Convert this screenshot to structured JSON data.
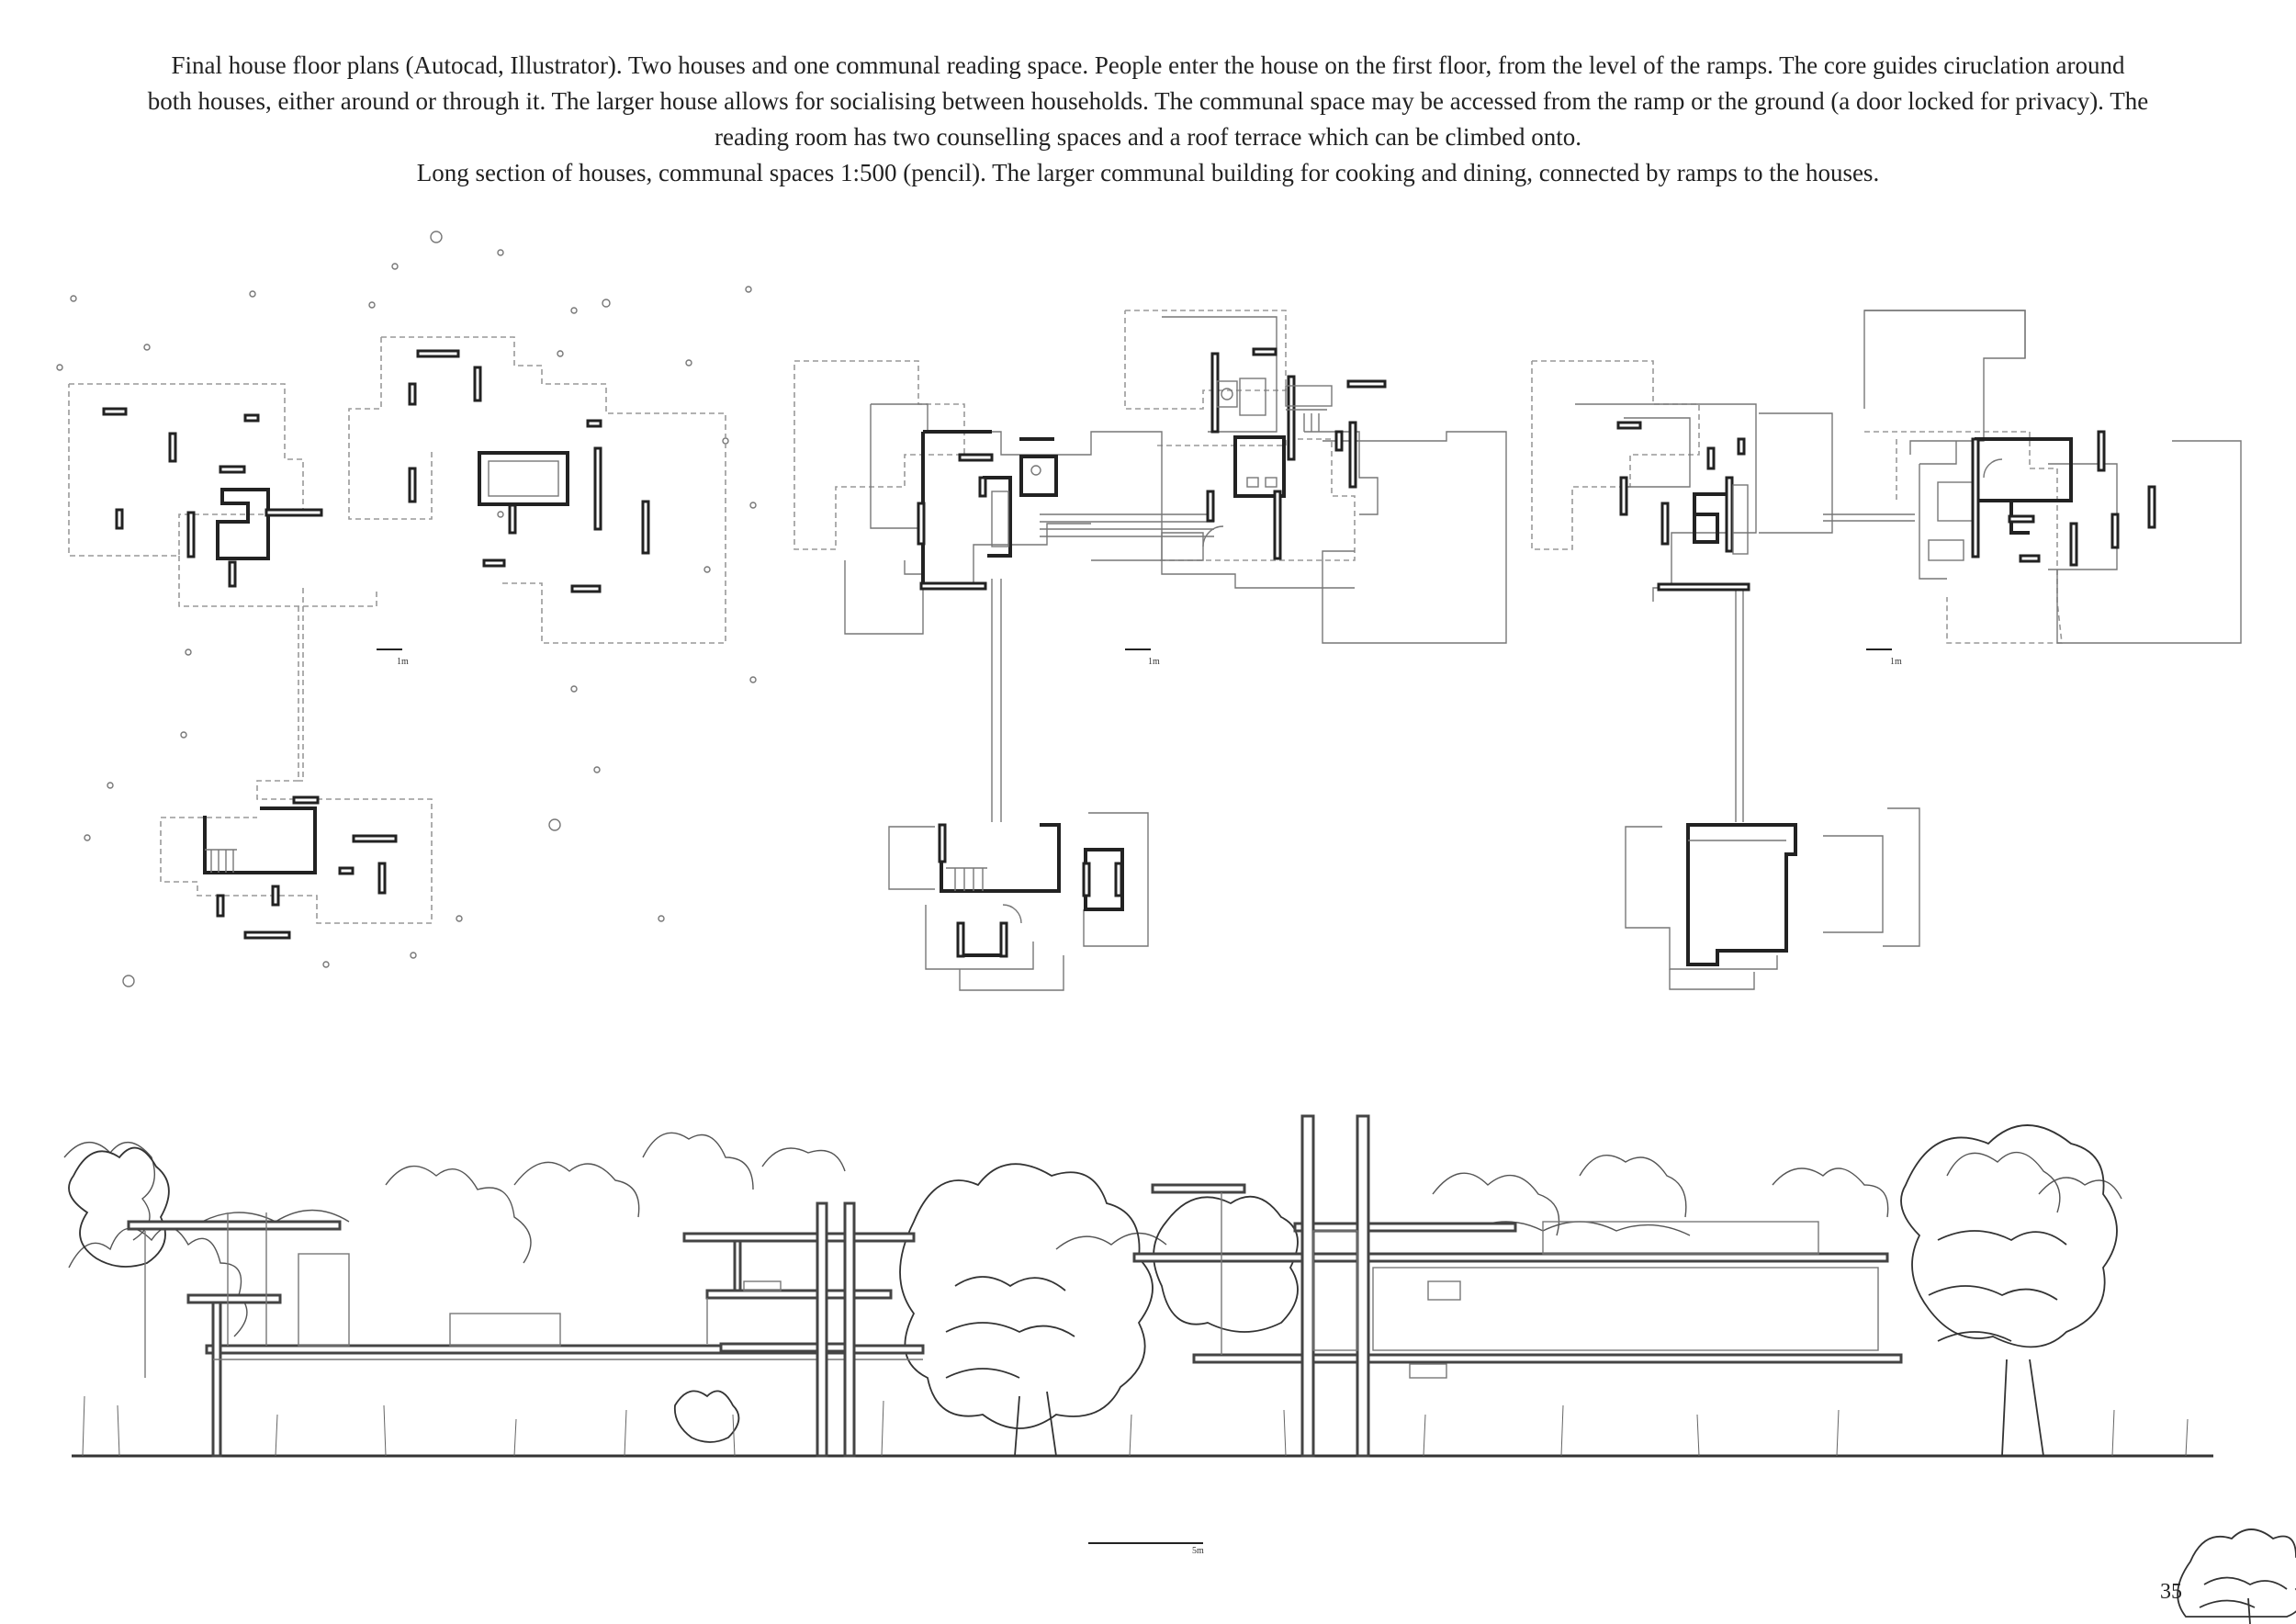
{
  "caption": {
    "line1": "Final house floor plans (Autocad, Illustrator).  Two houses and one communal reading space. People enter the house on the first floor, from the level of the ramps. The core guides ciruclation around",
    "line2": "both houses, either around or through it. The larger house allows for socialising between households.  The communal space may be accessed from the ramp or the ground (a door locked for privacy). The",
    "line3": "reading room has two counselling spaces and a roof terrace which can be climbed onto.",
    "line4": "Long section of houses, communal spaces 1:500 (pencil). The larger communal building for cooking and dining, connected by ramps to the houses."
  },
  "plans": [
    {
      "scale_label": "1m"
    },
    {
      "scale_label": "1m"
    },
    {
      "scale_label": "1m"
    }
  ],
  "section": {
    "scale_label": "5m"
  },
  "page_number": "35"
}
